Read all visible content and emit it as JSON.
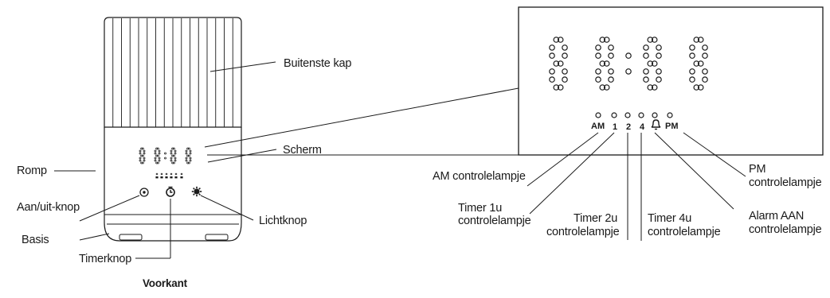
{
  "caption": "Voorkant",
  "device_labels": {
    "outer_cap": "Buitenste kap",
    "screen": "Scherm",
    "body": "Romp",
    "power_button": "Aan/uit-knop",
    "base": "Basis",
    "light_button": "Lichtknop",
    "timer_button": "Timerknop"
  },
  "display_labels": {
    "am_indicator": "AM controlelampje",
    "timer_1h": [
      "Timer 1u",
      "controlelampje"
    ],
    "timer_2h": [
      "Timer 2u",
      "controlelampje"
    ],
    "timer_4h": [
      "Timer 4u",
      "controlelampje"
    ],
    "alarm_on": [
      "Alarm AAN",
      "controlelampje"
    ],
    "pm_indicator": [
      "PM",
      "controlelampje"
    ]
  },
  "indicator_symbols": [
    "AM",
    "1",
    "2",
    "4",
    "bell-icon",
    "PM"
  ]
}
